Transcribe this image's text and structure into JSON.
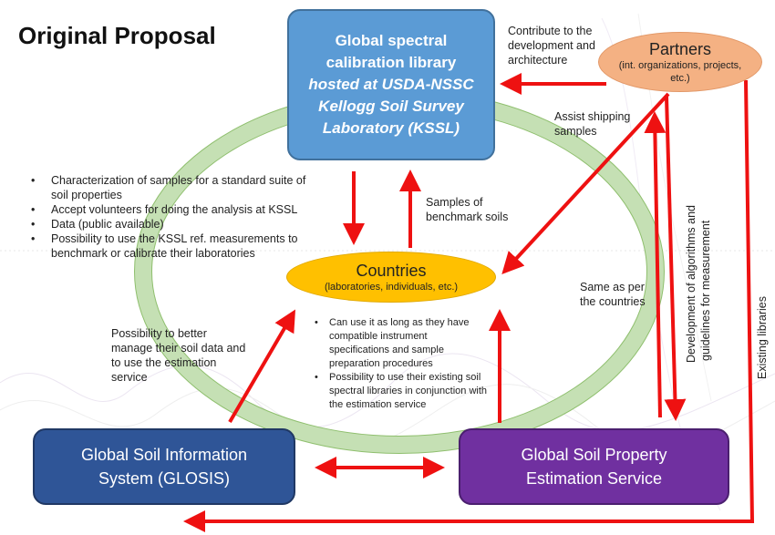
{
  "title": "Original Proposal",
  "kssl_box": {
    "line1": "Global spectral",
    "line2": "calibration library",
    "line3": "hosted at USDA-NSSC",
    "line4": "Kellogg Soil Survey",
    "line5": "Laboratory (KSSL)"
  },
  "partners": {
    "label": "Partners",
    "sub_line1": "(int. organizations, projects,",
    "sub_line2": "etc.)"
  },
  "countries": {
    "label": "Countries",
    "sub": "(laboratories, individuals, etc.)"
  },
  "glosis_box": {
    "line1": "Global Soil Information",
    "line2": "System (GLOSIS)"
  },
  "gspes_box": {
    "line1": "Global Soil Property",
    "line2": "Estimation Service"
  },
  "labels": {
    "contribute": [
      "Contribute to the",
      "development and",
      "architecture"
    ],
    "assist": [
      "Assist shipping",
      "samples"
    ],
    "samples": [
      "Samples of",
      "benchmark soils"
    ],
    "same_as": [
      "Same as per",
      "the countries"
    ],
    "better_manage": [
      "Possibility to better",
      "manage their soil data and",
      "to use the estimation",
      "service"
    ],
    "dev_algorithms_1": "Development of algorithms and",
    "dev_algorithms_2": "guidelines for measurement",
    "existing_libraries": "Existing libraries"
  },
  "kssl_bullets": [
    "Characterization of samples for a standard suite of soil properties",
    "Accept volunteers for doing the analysis at KSSL",
    "Data (public available)",
    "Possibility to use the KSSL ref. measurements to benchmark or calibrate their laboratories"
  ],
  "country_bullets": [
    "Can use it as long as they have compatible instrument specifications and sample preparation procedures",
    "Possibility to use their existing soil spectral libraries in conjunction with the estimation service"
  ],
  "colors": {
    "arrow": "#ee1111",
    "cycle_ring": "#c5e0b4",
    "kssl": "#5b9bd5",
    "glosis": "#2f5597",
    "gspes": "#7030a0",
    "partners": "#f4b183",
    "countries": "#ffc000"
  }
}
